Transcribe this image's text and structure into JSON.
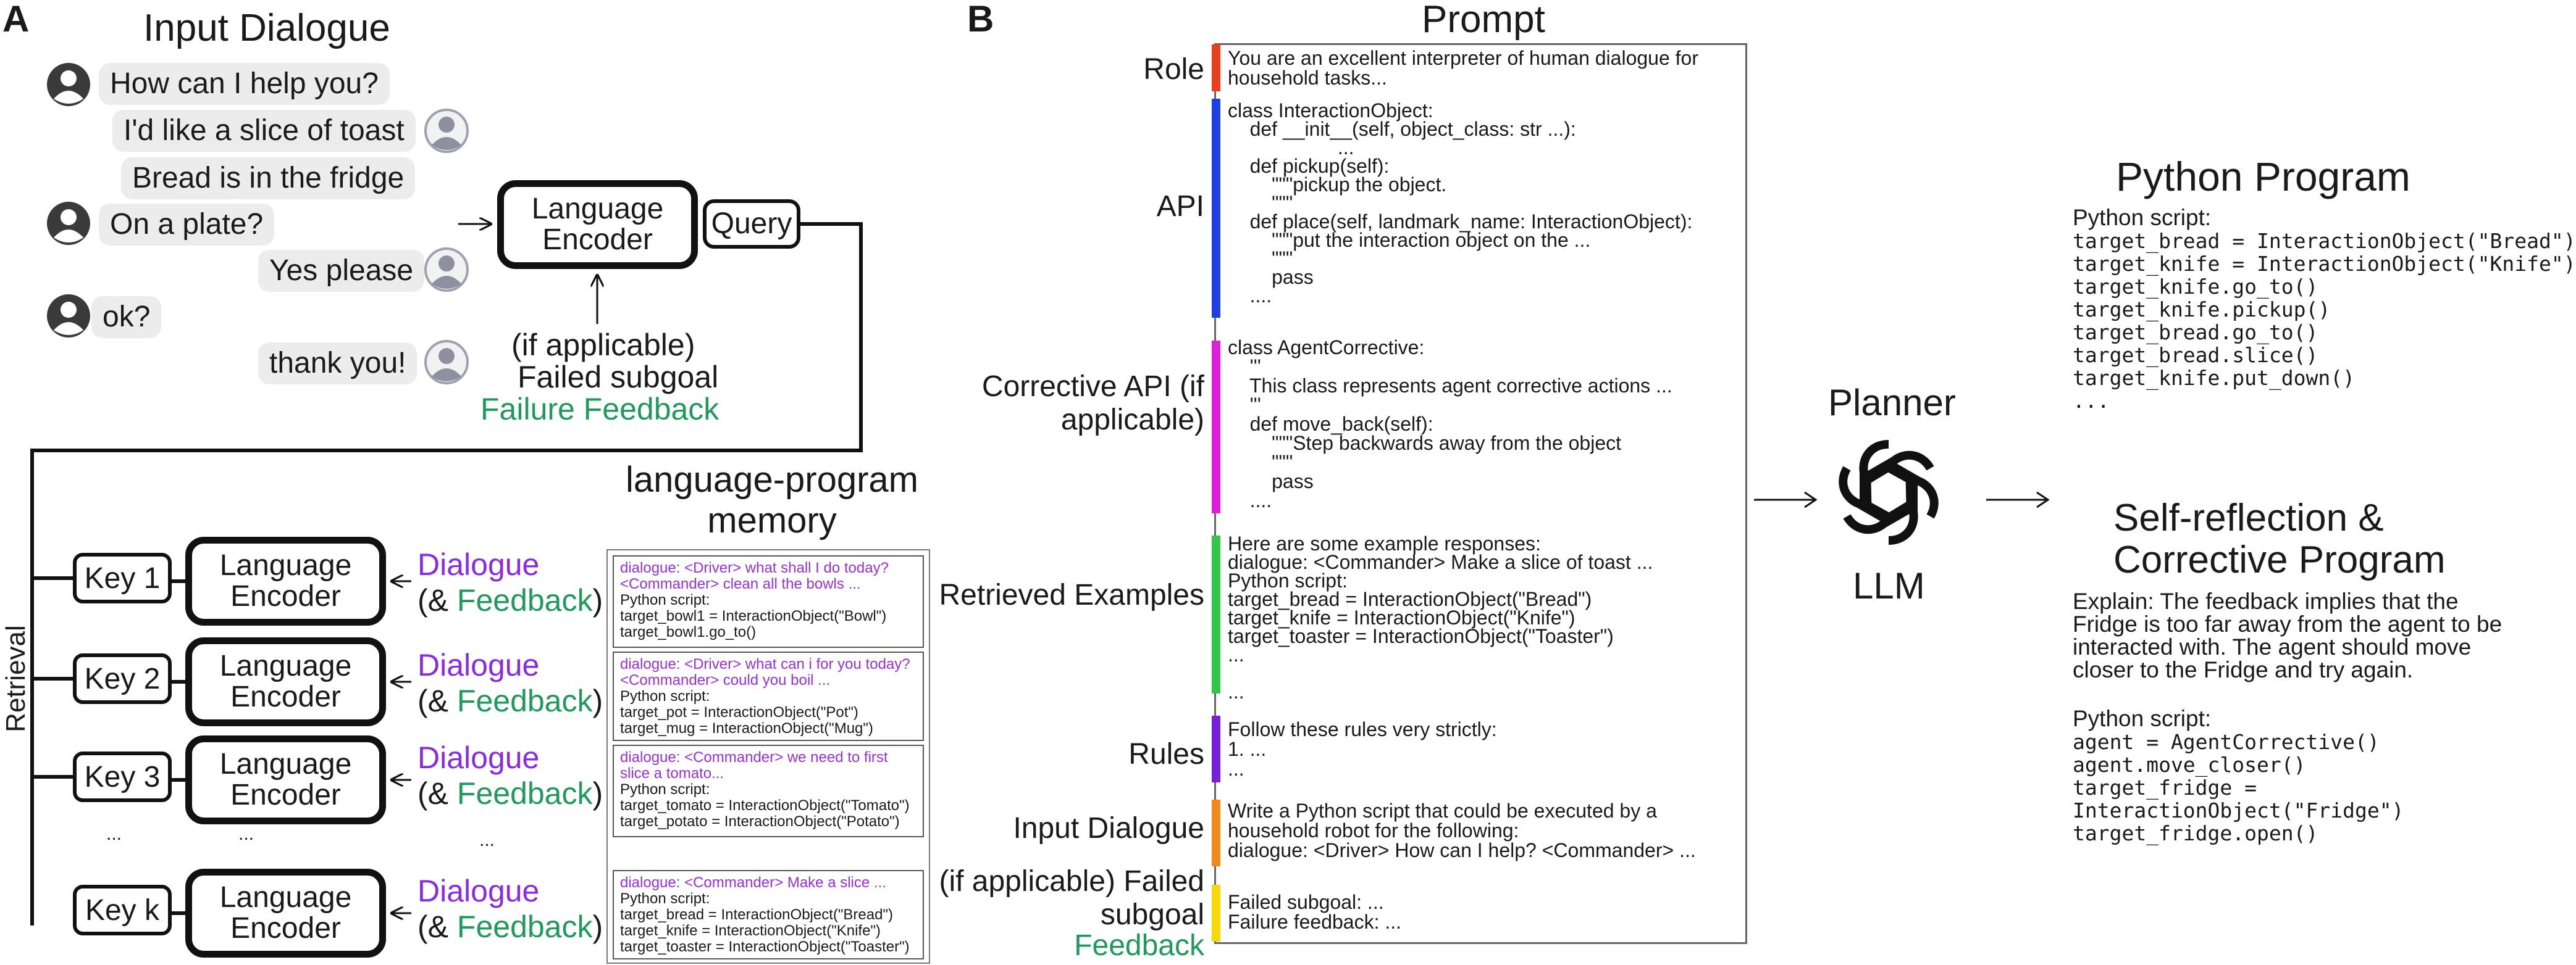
{
  "panel_a": {
    "label": "A",
    "title": "Input Dialogue",
    "bubbles": [
      "How can I help you?",
      "I'd like a slice of toast",
      "Bread is in the fridge",
      "On a plate?",
      "Yes please",
      "ok?",
      "thank you!"
    ],
    "encoder_label": "Language Encoder",
    "query_label": "Query",
    "if_applicable": "(if applicable)",
    "failed_subgoal": "Failed subgoal",
    "failure_feedback": "Failure Feedback",
    "memory_title_1": "language-program",
    "memory_title_2": "memory",
    "retrieval_label": "Retrieval",
    "keys": [
      "Key 1",
      "Key 2",
      "Key 3",
      "Key k"
    ],
    "dialogue_word": "Dialogue",
    "feedback_open": "(& ",
    "feedback_word": "Feedback",
    "feedback_close": ")",
    "dots": "...",
    "memory_cards": [
      {
        "dialogue": "dialogue: <Driver> what shall I do today? <Commander> clean all the bowls ...",
        "lines": [
          "Python script:",
          "target_bowl1 = InteractionObject(\"Bowl\")",
          "target_bowl1.go_to()",
          "..."
        ]
      },
      {
        "dialogue": "dialogue: <Driver> what can i for you today? <Commander> could you boil ...",
        "lines": [
          "Python script:",
          "target_pot = InteractionObject(\"Pot\")",
          "target_mug = InteractionObject(\"Mug\")",
          "..."
        ]
      },
      {
        "dialogue": "dialogue: <Commander> we need to first slice a tomato...",
        "lines": [
          "Python script:",
          "target_tomato = InteractionObject(\"Tomato\")",
          "target_potato = InteractionObject(\"Potato\")",
          "..."
        ]
      },
      {
        "dialogue": "dialogue: <Commander> Make a slice ...",
        "lines": [
          "Python script:",
          "target_bread = InteractionObject(\"Bread\")",
          "target_knife = InteractionObject(\"Knife\")",
          "target_toaster = InteractionObject(\"Toaster\")",
          "..."
        ]
      }
    ]
  },
  "panel_b": {
    "label": "B",
    "prompt_title": "Prompt",
    "sections": [
      {
        "label": "Role",
        "color": "#e8401c"
      },
      {
        "label": "API",
        "color": "#1f3fe0"
      },
      {
        "label": "Corrective API (if applicable)",
        "color": "#e020d8"
      },
      {
        "label": "Retrieved Examples",
        "color": "#2fc84a"
      },
      {
        "label": "Rules",
        "color": "#7a1fd8"
      },
      {
        "label": "Input Dialogue",
        "color": "#f08a1c"
      },
      {
        "label": "(if applicable) Failed subgoal",
        "color": "#f5d90a"
      }
    ],
    "failed_feedback_word": "Feedback",
    "prompt_text": {
      "role": "You are an excellent interpreter of human dialogue for\nhousehold tasks...",
      "api": "class InteractionObject:\n    def __init__(self, object_class: str ...):\n                    ...\n    def pickup(self):\n        \"\"\"pickup the object.\n        \"\"\"\n    def place(self, landmark_name: InteractionObject):\n        \"\"\"put the interaction object on the ...\n        \"\"\"\n        pass\n    ....",
      "corrective": "class AgentCorrective:\n    '''\n    This class represents agent corrective actions ...\n    '''\n    def move_back(self):\n        \"\"\"Step backwards away from the object\n        \"\"\"\n        pass\n    ....",
      "examples": "Here are some example responses:\ndialogue: <Commander> Make a slice of toast ...\nPython script:\ntarget_bread = InteractionObject(\"Bread\")\ntarget_knife = InteractionObject(\"Knife\")\ntarget_toaster = InteractionObject(\"Toaster\")\n...\n\n...",
      "rules": "Follow these rules very strictly:\n1. ...\n...",
      "dialogue": "Write a Python script that could be executed by a\nhousehold robot for the following:\ndialogue: <Driver> How can I help? <Commander> ...",
      "failure": "Failed subgoal: ...\nFailure feedback: ..."
    },
    "planner_label": "Planner",
    "llm_label": "LLM",
    "program_title": "Python Program",
    "program_header": "Python script:",
    "program_code": "target_bread = InteractionObject(\"Bread\")\ntarget_knife = InteractionObject(\"Knife\")\ntarget_knife.go_to()\ntarget_knife.pickup()\ntarget_bread.go_to()\ntarget_bread.slice()\ntarget_knife.put_down()\n...",
    "reflect_title_1": "Self-reflection &",
    "reflect_title_2": "Corrective Program",
    "explain_text": "Explain: The feedback implies that the\nFridge is too far away from the agent to be\ninteracted with. The agent should move\ncloser to the Fridge and try again.",
    "reflect_header": "Python script:",
    "reflect_code": "agent = AgentCorrective()\nagent.move_closer()\ntarget_fridge =\nInteractionObject(\"Fridge\")\ntarget_fridge.open()"
  },
  "colors": {
    "purple": "#8a2be2",
    "green": "#1f9a5a"
  },
  "icons": [
    "user-avatar-icon",
    "openai-logo-icon",
    "arrow-right-icon"
  ]
}
